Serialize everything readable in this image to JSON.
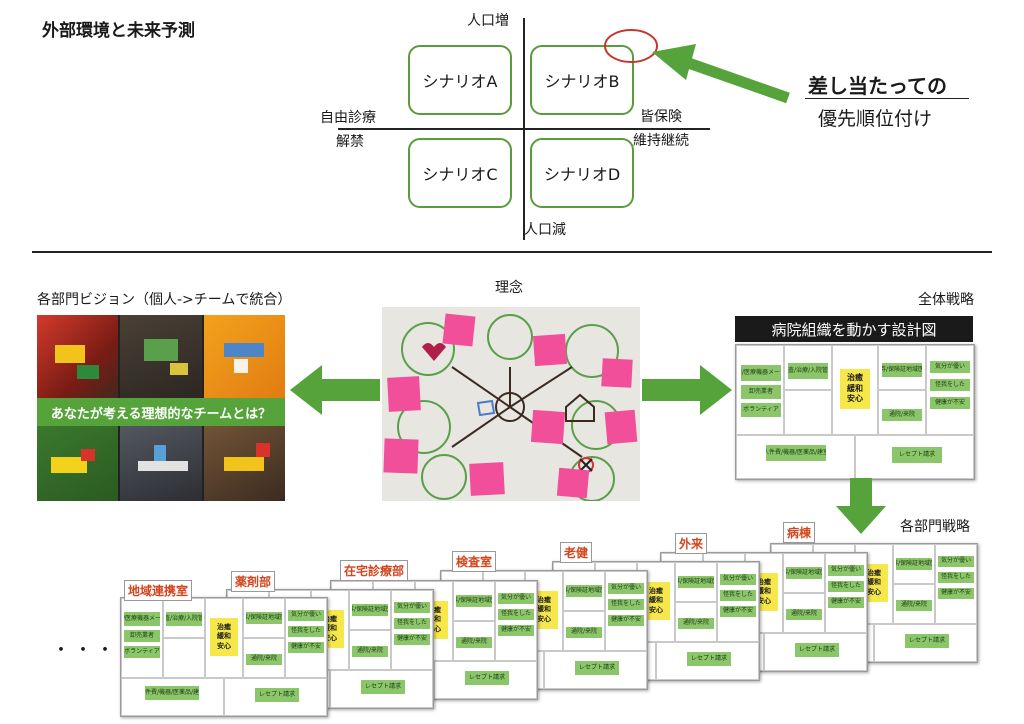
{
  "top": {
    "title": "外部環境と未来予測",
    "axis": {
      "top": "人口増",
      "bottom": "人口減",
      "left_line1": "自由診療",
      "left_line2": "解禁",
      "right_line1": "皆保険",
      "right_line2": "維持継続"
    },
    "scenarios": [
      "シナリオA",
      "シナリオB",
      "シナリオC",
      "シナリオD"
    ],
    "priority_main": "差し当たっての",
    "priority_sub": "優先順位付け"
  },
  "bottom": {
    "vision_title": "各部門ビジョン（個人->チームで統合）",
    "vision_banner": "あなたが考える理想的なチームとは？",
    "philosophy_title": "理念",
    "strategy_title": "全体戦略",
    "strategy_bar": "病院組織を動かす設計図",
    "dept_strategy_title": "各部門戦略",
    "ellipsis": "・・・",
    "departments": [
      "地域連携室",
      "薬剤部",
      "在宅診療部",
      "検査室",
      "老健",
      "外来",
      "病棟"
    ],
    "canvas": {
      "value_prop": "治癒\n緩和\n安心",
      "partners": [
        "製薬/医療機器メーカー",
        "卸売業者",
        "ボランティア"
      ],
      "activities": [
        "検査/治療/入院管理"
      ],
      "relationships": [
        "診察券/保険証地域医療機",
        "気分が優い",
        "怪我をした",
        "健康が不安",
        "通院/来院"
      ],
      "revenue": "レセプト請求",
      "cost": "人件費/機器/医薬品/建室"
    }
  },
  "colors": {
    "accent_green": "#55a33a",
    "scenario_border": "#5a9b3d",
    "circle_red": "#c0392b",
    "dept_label": "#d2451e",
    "sticky_pink": "#f24f9a",
    "note_yellow": "#f6e84a",
    "note_green": "#8cc66b"
  },
  "icons": [
    "arrow-left-icon",
    "arrow-right-icon",
    "arrow-down-icon",
    "arrow-diagonal-icon",
    "highlight-circle-icon"
  ]
}
